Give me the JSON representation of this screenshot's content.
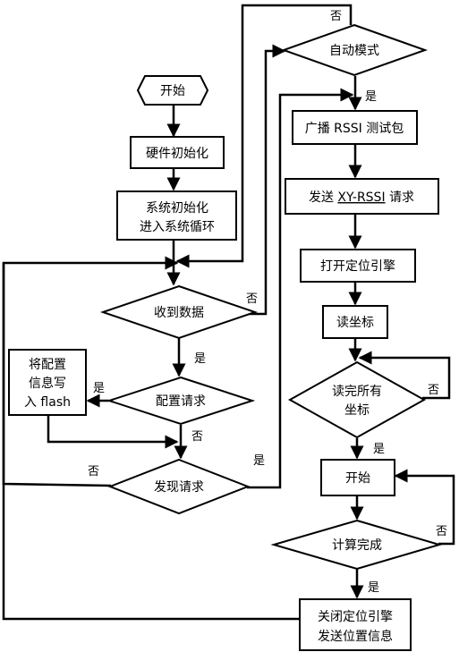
{
  "nodes": {
    "start": "开始",
    "hw_init": "硬件初始化",
    "sys_init_1": "系统初始化",
    "sys_init_2": "进入系统循环",
    "received": "收到数据",
    "config_req": "配置请求",
    "write_flash_1": "将配置",
    "write_flash_2": "信息写",
    "write_flash_3": "入 flash",
    "discover_req": "发现请求",
    "auto_mode": "自动模式",
    "broadcast": "广播 RSSI 测试包",
    "send_xy_prefix": "发送 ",
    "send_xy_code": "XY-RSSI",
    "send_xy_suffix": " 请求",
    "open_engine": "打开定位引擎",
    "read_coords": "读坐标",
    "read_all_1": "读完所有",
    "read_all_2": "坐标",
    "start2": "开始",
    "calc_done": "计算完成",
    "close_engine_1": "关闭定位引擎",
    "close_engine_2": "发送位置信息"
  },
  "labels": {
    "yes": "是",
    "no": "否"
  }
}
